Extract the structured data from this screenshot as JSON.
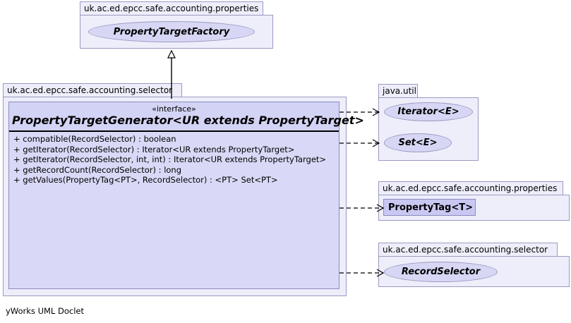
{
  "diagram": {
    "footer": "yWorks UML Doclet",
    "colors": {
      "package_fill": "#eeeefb",
      "package_border": "#9a9ac0",
      "interface_fill": "#d7d7f5",
      "class_fill": "#c8c8f2",
      "compartment_fill": "#d9d9f7",
      "header_fill": "#d3d3f5",
      "edge": "#000000",
      "canvas": "#ffffff"
    }
  },
  "packages": {
    "properties_top": {
      "label": "uk.ac.ed.epcc.safe.accounting.properties",
      "node": "PropertyTargetFactory"
    },
    "selector_main": {
      "label": "uk.ac.ed.epcc.safe.accounting.selector"
    },
    "java_util": {
      "label": "java.util",
      "nodes": [
        "Iterator<E>",
        "Set<E>"
      ]
    },
    "properties_tag": {
      "label": "uk.ac.ed.epcc.safe.accounting.properties",
      "node": "PropertyTag<T>"
    },
    "selector_record": {
      "label": "uk.ac.ed.epcc.safe.accounting.selector",
      "node": "RecordSelector"
    }
  },
  "main_class": {
    "stereotype": "«interface»",
    "name": "PropertyTargetGenerator<UR extends PropertyTarget>",
    "operations": [
      "+  compatible(RecordSelector) : boolean",
      "+  getIterator(RecordSelector) : Iterator<UR extends PropertyTarget>",
      "+  getIterator(RecordSelector, int, int) : Iterator<UR extends PropertyTarget>",
      "+  getRecordCount(RecordSelector) : long",
      "+  getValues(PropertyTag<PT>, RecordSelector) :  <PT> Set<PT>"
    ]
  },
  "edges": [
    {
      "type": "generalization",
      "from": "PropertyTargetGenerator",
      "to": "PropertyTargetFactory"
    },
    {
      "type": "dependency",
      "from": "PropertyTargetGenerator",
      "to": "Iterator<E>"
    },
    {
      "type": "dependency",
      "from": "PropertyTargetGenerator",
      "to": "Set<E>"
    },
    {
      "type": "dependency",
      "from": "PropertyTargetGenerator",
      "to": "PropertyTag<T>"
    },
    {
      "type": "dependency",
      "from": "PropertyTargetGenerator",
      "to": "RecordSelector"
    }
  ]
}
